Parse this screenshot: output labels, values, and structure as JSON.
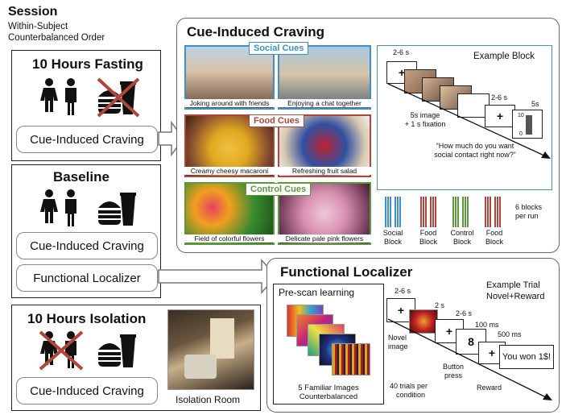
{
  "session": {
    "title": "Session",
    "subtitle_line1": "Within-Subject",
    "subtitle_line2": "Counterbalanced Order"
  },
  "panels": {
    "fasting": {
      "title": "10 Hours Fasting",
      "button": "Cue-Induced Craving"
    },
    "baseline": {
      "title": "Baseline",
      "button1": "Cue-Induced Craving",
      "button2": "Functional Localizer"
    },
    "isolation": {
      "title": "10 Hours Isolation",
      "button": "Cue-Induced Craving",
      "room_label": "Isolation Room"
    }
  },
  "cue_craving": {
    "title": "Cue-Induced Craving",
    "social_tag": "Social Cues",
    "food_tag": "Food Cues",
    "control_tag": "Control Cues",
    "captions": [
      "Joking around with friends",
      "Enjoying a chat together",
      "Creamy cheesy macaroni",
      "Refreshing fruit salad",
      "Field of colorful flowers",
      "Delicate pale pink flowers"
    ],
    "example_block": "Example Block",
    "time_top": "2-6 s",
    "time_mid": "2-6 s",
    "time_5s": "5s",
    "image_fix": "5s image",
    "image_fix2": "+ 1 s fixation",
    "question1": "“How much do you want",
    "question2": "social contact right now?”",
    "scale_top": "10",
    "scale_bot": "0",
    "blocks": [
      "Social",
      "Block",
      "Food",
      "Block",
      "Control",
      "Block",
      "Food",
      "Block"
    ],
    "blocks_note1": "6 blocks",
    "blocks_note2": "per run"
  },
  "localizer": {
    "title": "Functional Localizer",
    "prescan": "Pre-scan learning",
    "familiar1": "5 Familiar Images",
    "familiar2": "Counterbalanced",
    "example_trial": "Example Trial",
    "trial_type": "Novel+Reward",
    "t1": "2-6 s",
    "t2": "2 s",
    "t3": "2-6 s",
    "t4": "100 ms",
    "t5": "500 ms",
    "novel1": "Novel",
    "novel2": "image",
    "button1": "Button",
    "button2": "press",
    "trials1": "40 trials per",
    "trials2": "condition",
    "reward": "Reward",
    "digit": "8",
    "won": "You won 1$!"
  },
  "colors": {
    "social": "#3f8fc9",
    "food": "#b0453a",
    "control": "#5a9a3a"
  }
}
